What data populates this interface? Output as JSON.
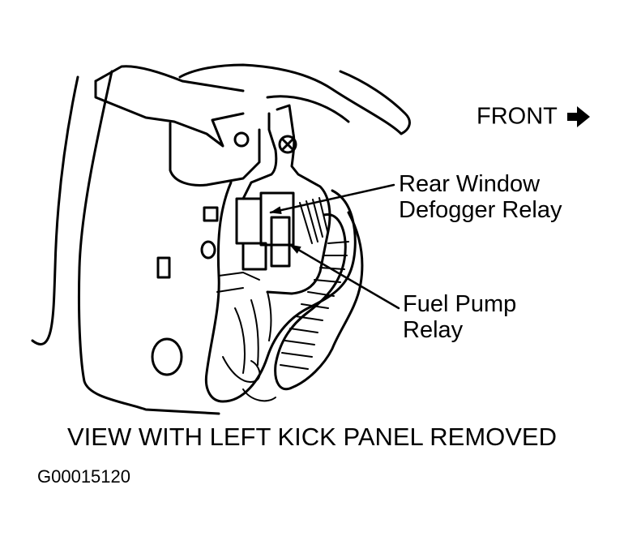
{
  "orientation": {
    "front_label": "FRONT",
    "arrow_icon": "right-arrow-icon"
  },
  "callouts": {
    "rear_window_defogger_relay": {
      "line1": "Rear Window",
      "line2": "Defogger Relay"
    },
    "fuel_pump_relay": {
      "line1": "Fuel Pump",
      "line2": "Relay"
    }
  },
  "caption": "VIEW WITH LEFT KICK PANEL REMOVED",
  "figure_id": "G00015120"
}
